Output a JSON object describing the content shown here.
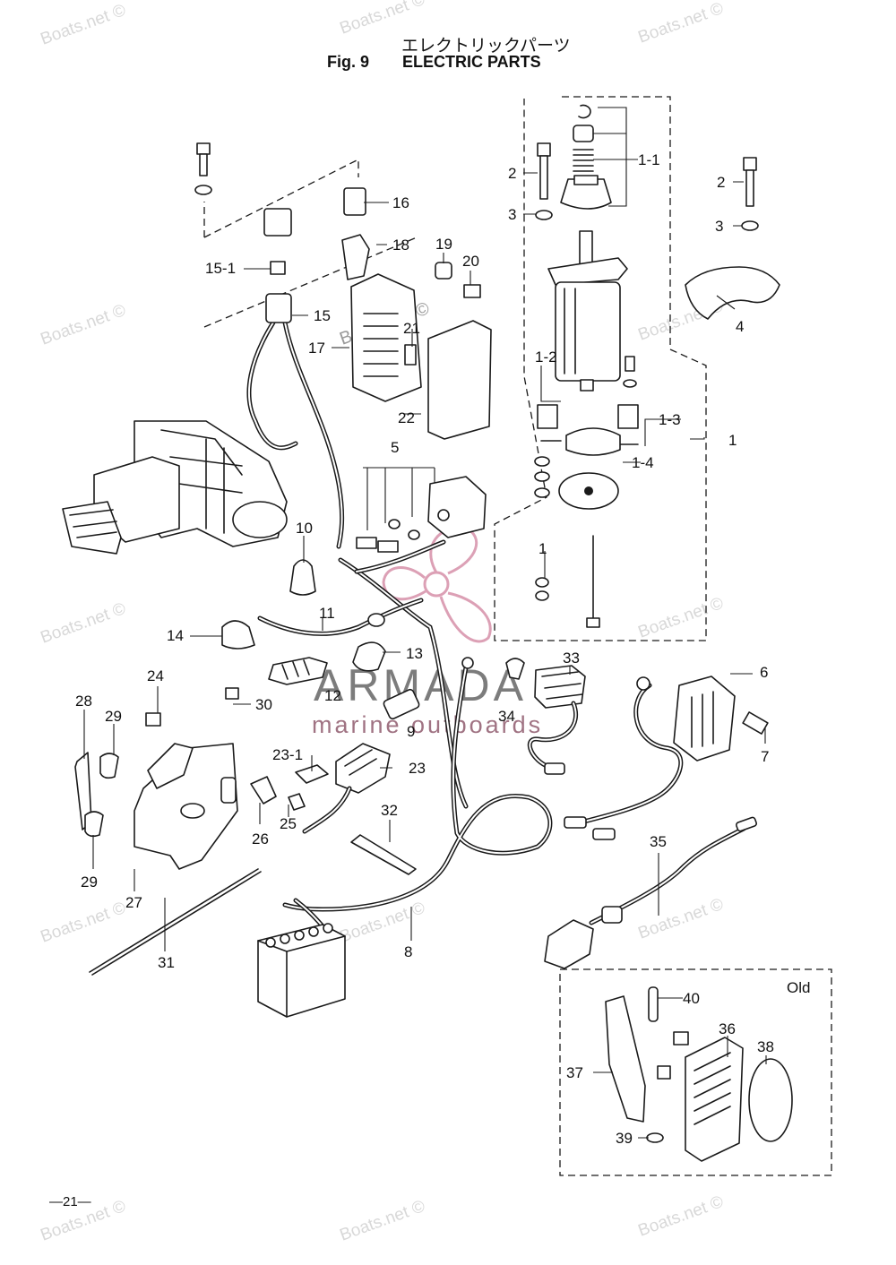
{
  "header": {
    "title_jp": "エレクトリックパーツ",
    "fig_label": "Fig. 9",
    "title_en": "ELECTRIC PARTS"
  },
  "watermark": {
    "text": "Boats.net ©",
    "brand": "ARMADA",
    "brand_tagline": "marine outboards",
    "brand_color": "#c0537a"
  },
  "callouts": [
    "1-1",
    "2",
    "2",
    "3",
    "3",
    "4",
    "16",
    "18",
    "15-1",
    "19",
    "20",
    "15",
    "17",
    "21",
    "22",
    "1-2",
    "1-3",
    "1-4",
    "1",
    "5",
    "1",
    "10",
    "11",
    "14",
    "13",
    "12",
    "33",
    "6",
    "24",
    "30",
    "28",
    "29",
    "9",
    "34",
    "7",
    "23-1",
    "23",
    "32",
    "25",
    "26",
    "29",
    "27",
    "35",
    "31",
    "8",
    "40",
    "36",
    "38",
    "37",
    "39"
  ],
  "inset": {
    "label": "Old"
  },
  "footer": {
    "page_number": "—21—"
  }
}
